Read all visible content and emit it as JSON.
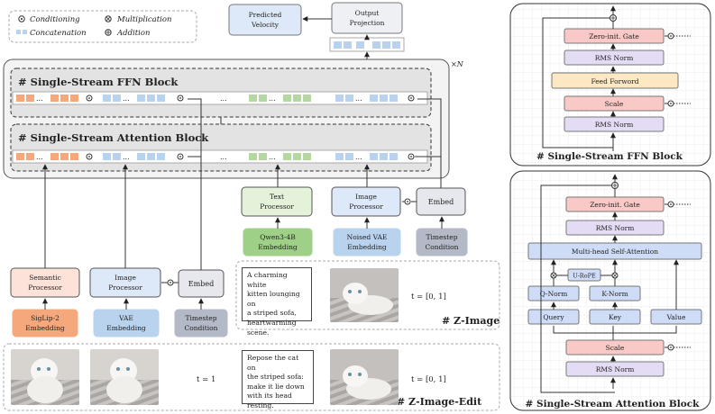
{
  "legend": {
    "conditioning": "Conditioning",
    "multiplication": "Multiplication",
    "concatenation": "Concatenation",
    "addition": "Addition"
  },
  "top": {
    "predicted_velocity": [
      "Predicted",
      "Velocity"
    ],
    "output_projection": [
      "Output",
      "Projection"
    ],
    "repeat": "×N"
  },
  "blocks": {
    "ffn": "# Single-Stream FFN Block",
    "attention": "# Single-Stream Attention Block",
    "ellipsis": "..."
  },
  "processors": {
    "text": [
      "Text",
      "Processor"
    ],
    "image": [
      "Image",
      "Processor"
    ],
    "embed": "Embed",
    "qwen": [
      "Qwen3-4B",
      "Embedding"
    ],
    "noised_vae": [
      "Noised VAE",
      "Embedding"
    ],
    "timestep": [
      "Timestep",
      "Condition"
    ]
  },
  "bottom_left": {
    "semantic": [
      "Semantic",
      "Processor"
    ],
    "image": [
      "Image",
      "Processor"
    ],
    "embed": "Embed",
    "siglip": [
      "SigLip-2",
      "Embedding"
    ],
    "vae": [
      "VAE",
      "Embedding"
    ],
    "timestep": [
      "Timestep",
      "Condition"
    ]
  },
  "z_image": {
    "prompt": [
      "A charming white",
      "kitten lounging on",
      "a striped sofa,",
      "heartwarming",
      "scene."
    ],
    "t": "t = [0, 1]",
    "label": "# Z-Image"
  },
  "z_image_edit": {
    "t_left": "t = 1",
    "prompt": [
      "Repose the cat on",
      "the striped sofa:",
      "make it lie down",
      "with its head",
      "resting."
    ],
    "t_right": "t = [0, 1]",
    "label": "# Z-Image-Edit"
  },
  "ffn_detail": {
    "zero_gate": "Zero-init. Gate",
    "rms1": "RMS Norm",
    "feed_forward": "Feed Forword",
    "scale": "Scale",
    "rms2": "RMS Norm",
    "title": "# Single-Stream FFN Block"
  },
  "attn_detail": {
    "zero_gate": "Zero-init. Gate",
    "rms1": "RMS Norm",
    "mhsa": "Multi-head Self-Attention",
    "urope": "U-RoPE",
    "qnorm": "Q-Norm",
    "knorm": "K-Norm",
    "query": "Query",
    "key": "Key",
    "value": "Value",
    "scale": "Scale",
    "rms2": "RMS Norm",
    "title": "# Single-Stream Attention Block"
  },
  "colors": {
    "orange_token": "#f4a87c",
    "blue_token": "#b9d3ee",
    "green_token": "#b5d8a3",
    "gate_red": "#f8c9c6",
    "norm_purple": "#e4dcf5",
    "ffn_yellow": "#fde8c4",
    "mhsa_blue": "#cfdcf7"
  }
}
